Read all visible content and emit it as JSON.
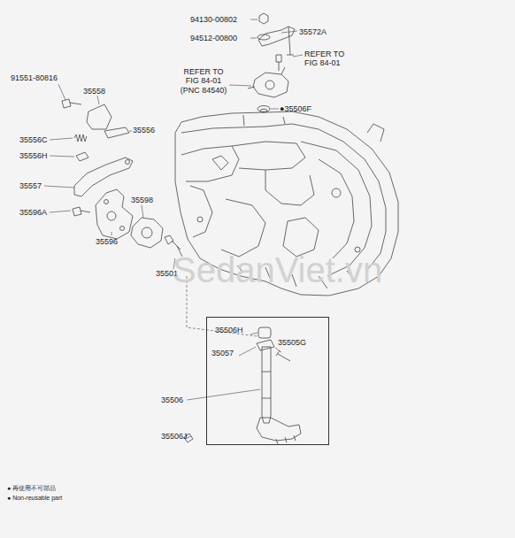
{
  "diagram": {
    "nodes": [
      {
        "text": [
          "35506H",
          "35057",
          "35505G"
        ]
      }
    ],
    "labels": [
      "94130-00802",
      "35572A",
      "94512-00800",
      "REFER TO FIG 84-01",
      "REFER TO FIG 84-01 (PNC 84540)",
      "91551-80816",
      "35558",
      "●35506F",
      "35556C",
      "35556",
      "35556H",
      "35557",
      "35596A",
      "35598",
      "35596",
      "35501",
      "35506",
      "35506J",
      "● 再使用不可部品",
      "● Non-reusable part",
      "SedanViet.vn"
    ]
  }
}
